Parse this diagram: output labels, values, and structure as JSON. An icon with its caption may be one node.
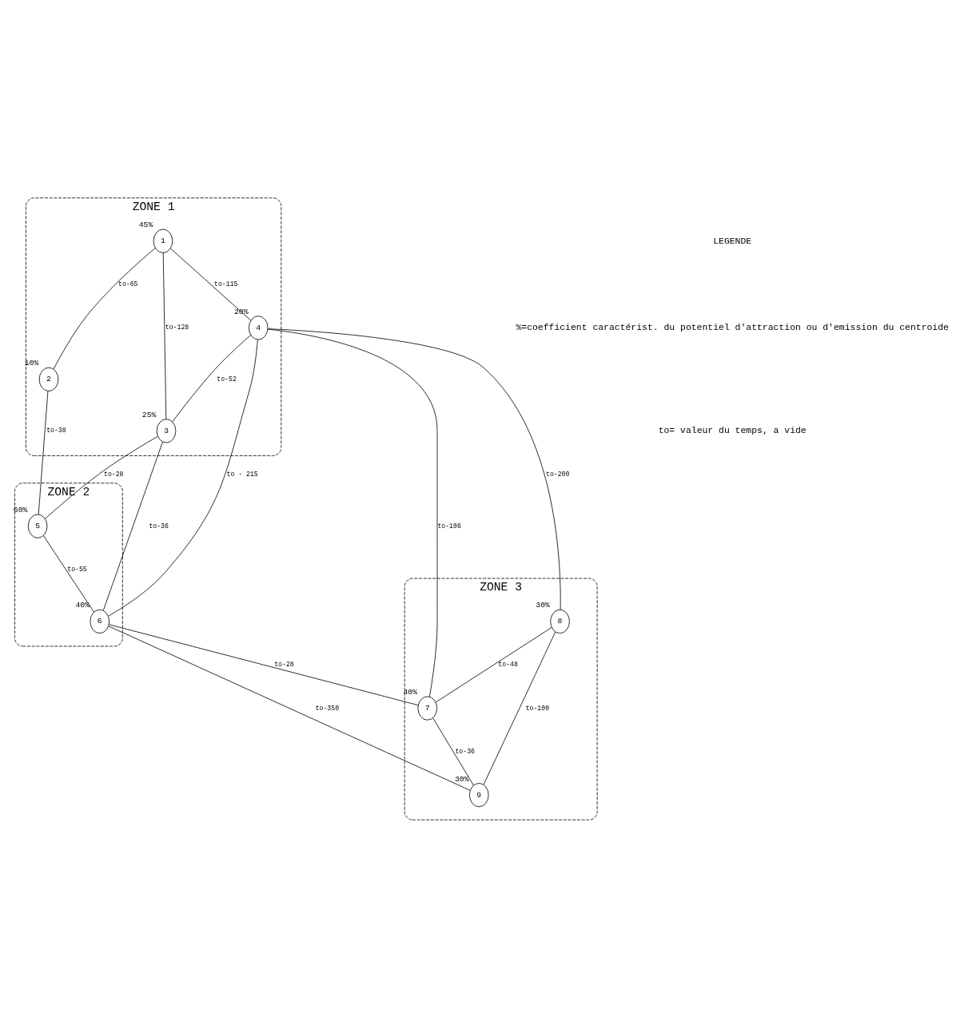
{
  "diagram": {
    "nodes": [
      {
        "text": [
          "ZONE 1"
        ]
      },
      {
        "text": [
          "1"
        ],
        "in": 0,
        "beside": [
          "45%"
        ]
      },
      {
        "text": [
          "2"
        ],
        "in": 0,
        "beside": [
          "10%"
        ]
      },
      {
        "text": [
          "3"
        ],
        "in": 0,
        "beside": [
          "25%"
        ]
      },
      {
        "text": [
          "4"
        ],
        "in": 0,
        "beside": [
          "20%"
        ]
      },
      {
        "text": [
          "ZONE 2"
        ]
      },
      {
        "text": [
          "5"
        ],
        "in": 5,
        "beside": [
          "60%"
        ]
      },
      {
        "text": [
          "6"
        ],
        "in": 5,
        "beside": [
          "40%"
        ]
      },
      {
        "text": [
          "ZONE 3"
        ]
      },
      {
        "text": [
          "7"
        ],
        "in": 8,
        "beside": [
          "40%"
        ]
      },
      {
        "text": [
          "8"
        ],
        "in": 8,
        "beside": [
          "30%"
        ]
      },
      {
        "text": [
          "9"
        ],
        "in": 8,
        "beside": [
          "30%"
        ]
      }
    ],
    "edges": [
      {
        "from": 1,
        "to": 2,
        "arrow": "none",
        "label": "to-65"
      },
      {
        "from": 2,
        "to": 6,
        "arrow": "none",
        "label": "to-38"
      },
      {
        "from": 1,
        "to": 3,
        "arrow": "none",
        "label": "to-128"
      },
      {
        "from": 1,
        "to": 4,
        "arrow": "none",
        "label": "to-115"
      },
      {
        "from": 3,
        "to": 6,
        "arrow": "none",
        "label": "to-28"
      },
      {
        "from": 6,
        "to": 7,
        "arrow": "none",
        "label": "to-55"
      },
      {
        "from": 4,
        "to": 3,
        "arrow": "none",
        "label": "to-52"
      },
      {
        "from": 3,
        "to": 7,
        "arrow": "none",
        "label": "to-36"
      },
      {
        "from": 4,
        "to": 7,
        "arrow": "none",
        "label": "to - 215"
      },
      {
        "from": 4,
        "to": 9,
        "arrow": "none",
        "label": "to-106"
      },
      {
        "from": 7,
        "to": 9,
        "arrow": "none",
        "label": "to-28"
      },
      {
        "from": 4,
        "to": 10,
        "arrow": "none",
        "label": "to-200"
      },
      {
        "from": 7,
        "to": 11,
        "arrow": "none",
        "label": "to-350"
      },
      {
        "from": 10,
        "to": 9,
        "arrow": "none",
        "label": "to-48"
      },
      {
        "from": 9,
        "to": 11,
        "arrow": "none",
        "label": "to-36"
      },
      {
        "from": 10,
        "to": 11,
        "arrow": "none",
        "label": "to-100"
      }
    ],
    "labels": [
      "LEGENDE",
      "%=coefficient caractérist. du potentiel d'attraction ou d'emission du centroide",
      "to= valeur du temps, a vide"
    ]
  }
}
